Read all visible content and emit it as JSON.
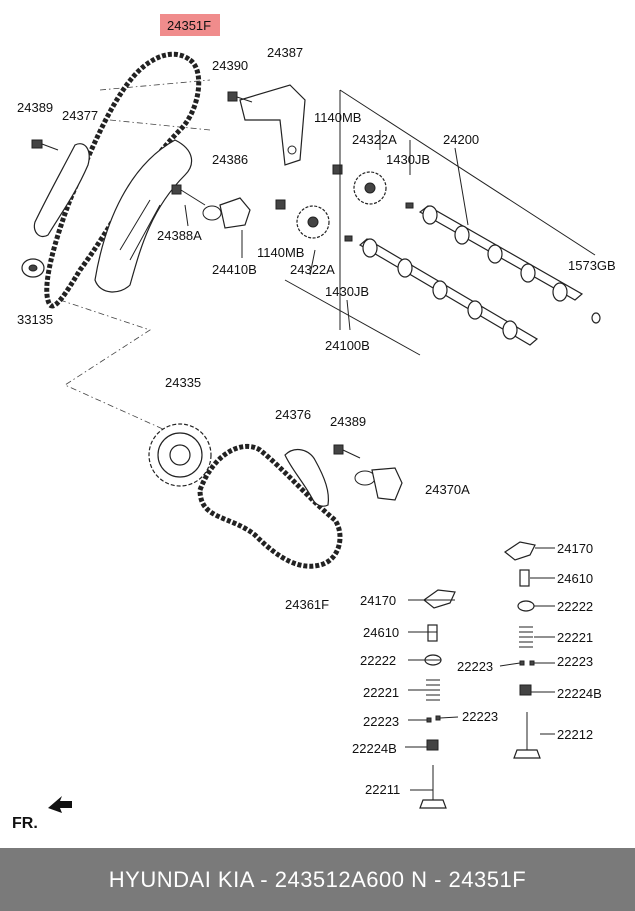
{
  "labels": {
    "p24351F": "24351F",
    "p24387": "24387",
    "p24390": "24390",
    "p24389_top": "24389",
    "p24377": "24377",
    "p1140MB_top": "1140MB",
    "p24322A_top": "24322A",
    "p24200": "24200",
    "p1430JB_top": "1430JB",
    "p24386": "24386",
    "p24388A": "24388A",
    "p24410B": "24410B",
    "p1140MB_bot": "1140MB",
    "p24322A_bot": "24322A",
    "p1573GB": "1573GB",
    "p1430JB_bot": "1430JB",
    "p33135": "33135",
    "p24100B": "24100B",
    "p24335": "24335",
    "p24376": "24376",
    "p24389_mid": "24389",
    "p24370A": "24370A",
    "p24361F": "24361F",
    "p24170_r": "24170",
    "p24610_r": "24610",
    "p22222_r": "22222",
    "p24170_l": "24170",
    "p22221_r": "22221",
    "p24610_l": "24610",
    "p22223_rl": "22223",
    "p22223_rr": "22223",
    "p22222_l": "22222",
    "p22224B_r": "22224B",
    "p22221_l": "22221",
    "p22212": "22212",
    "p22223_ll": "22223",
    "p22223_lr": "22223",
    "p22224B_l": "22224B",
    "p22211": "22211"
  },
  "direction_label": "FR.",
  "footer": {
    "text": "HYUNDAI  KIA - 243512A600      N - 24351F"
  },
  "colors": {
    "highlight": "#f08c8c",
    "footer_bg": "#7a7a7a"
  }
}
